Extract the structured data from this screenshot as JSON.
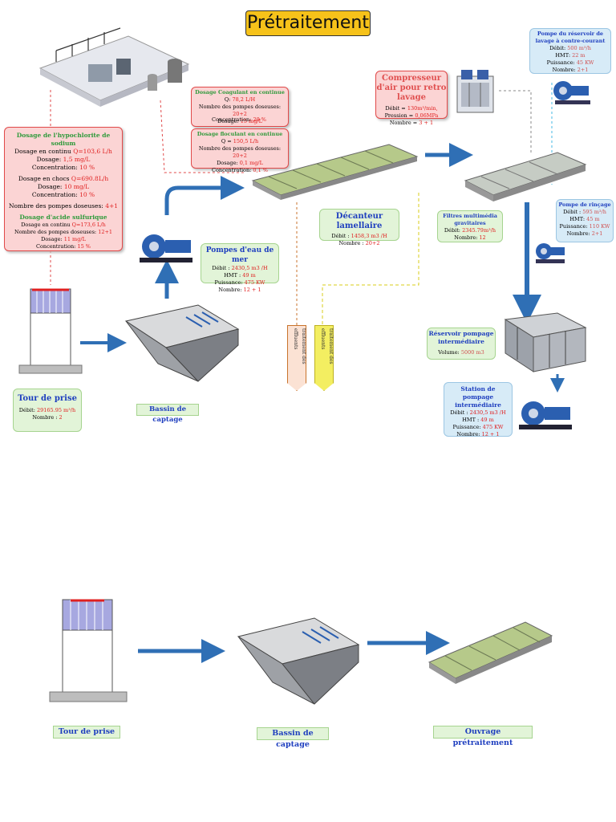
{
  "title": "Prétraitement",
  "hypochlorite": {
    "title": "Dosage de l'hypochlorite de sodium",
    "cont_label": "Dosage en continu ",
    "cont_val": "Q=103,6 L/h",
    "dose_label": "Dosage: ",
    "dose_val": "1,5 mg/L",
    "conc_label": "Concentration: ",
    "conc_val": "10 %",
    "choc_label": "Dosage en chocs ",
    "choc_val": "Q=690.8L/h",
    "dose2_label": "Dosage: ",
    "dose2_val": "10 mg/L",
    "conc2_label": "Concentration: ",
    "conc2_val": "10 %",
    "pumps_label": "Nombre des pompes doseuses: ",
    "pumps_val": "4+1",
    "acid_title": "Dosage d'acide sulfurique",
    "acid_cont_label": "Dosage en continu ",
    "acid_cont_val": "Q=173,6 L/h",
    "acid_pumps_label": "Nombre des pompes doseuses: ",
    "acid_pumps_val": "12+1",
    "acid_dose_label": "Dosage: ",
    "acid_dose_val": "11 mg/L",
    "acid_conc_label": "Concentration: ",
    "acid_conc_val": "15 %"
  },
  "coagulant": {
    "title": "Dosage Coagulant en continue",
    "q_label": "Q: ",
    "q_val": "78,2 L/H",
    "pumps_label": "Nombre des pompes doseuses: ",
    "pumps_val": "20+2",
    "dose_label": "Dosage: ",
    "dose_val": "15 mg/L",
    "conc_label": "Concentration: ",
    "conc_val": "20 %"
  },
  "floculant": {
    "title": "Dosage floculant en continue",
    "q_label": "Q = ",
    "q_val": "150,5 L/h",
    "pumps_label": "Nombre des pompes doseuses: ",
    "pumps_val": "20+2",
    "dose_label": "Dosage: ",
    "dose_val": "0,1 mg/L",
    "conc_label": "Concentration: ",
    "conc_val": "0,1 %"
  },
  "compresseur": {
    "title": "Compresseur d'air pour retro lavage",
    "debit_label": "Débit = ",
    "debit_val": "130m³/min,",
    "pression_label": "Pression = ",
    "pression_val": "0,06MPa",
    "nombre_label": "Nombre = ",
    "nombre_val": "3 + 1"
  },
  "pompe_reservoir": {
    "title": "Pompe du réservoir de lavage à contre-courant",
    "debit_label": "Débit: ",
    "debit_val": "500 m³/h",
    "hmt_label": "HMT: ",
    "hmt_val": "22 m",
    "puissance_label": "Puissance: ",
    "puissance_val": "45 KW",
    "nombre_label": "Nombre: ",
    "nombre_val": "2+1"
  },
  "decanteur": {
    "title": "Décanteur lamellaire",
    "debit_label": "Débit : ",
    "debit_val": "1458,3 m3 /H",
    "nombre_label": "Nombre : ",
    "nombre_val": "20+2"
  },
  "filtres": {
    "title": "Filtres multimédia gravitaires",
    "debit_label": "Débit: ",
    "debit_val": "2345.79m³/h",
    "nombre_label": "Nombre: ",
    "nombre_val": "12"
  },
  "pompe_rincage": {
    "title": "Pompe de rinçage",
    "debit_label": "Débit : ",
    "debit_val": "595 m³/h",
    "hmt_label": "HMT: ",
    "hmt_val": "45 m",
    "puissance_label": "Puissance: ",
    "puissance_val": "110 KW",
    "nombre_label": "Nombre: ",
    "nombre_val": "2+1"
  },
  "pompes_eau": {
    "title": "Pompes d'eau de mer",
    "debit_label": "Débit : ",
    "debit_val": "2430,5 m3 /H",
    "hmt_label": "HMT : ",
    "hmt_val": "49 m",
    "puissance_label": "Puissance: ",
    "puissance_val": "475 KW",
    "nombre_label": "Nombre: ",
    "nombre_val": "12 + 1"
  },
  "reservoir": {
    "title": "Réservoir pompage intermédiaire",
    "volume_label": "Volume: ",
    "volume_val": "5000 m3"
  },
  "station": {
    "title": "Station de pompage intermédiaire",
    "debit_label": "Débit : ",
    "debit_val": "2430,5 m3 /H",
    "hmt_label": "HMT : ",
    "hmt_val": "49 m",
    "puissance_label": "Puissance: ",
    "puissance_val": "475 KW",
    "nombre_label": "Nombre: ",
    "nombre_val": "12 + 1"
  },
  "tour": {
    "title": "Tour de prise",
    "debit_label": "Débit: ",
    "debit_val": "29165.95 m³/h",
    "nombre_label": "Nombre : ",
    "nombre_val": "2"
  },
  "bassin_label": "Bassin de captage",
  "vers_boues": "Vers système de traitement des effluents",
  "vers_effluents": "Vers système de traitement des effluents",
  "bottom": {
    "tour": "Tour de prise",
    "bassin": "Bassin de captage",
    "ouvrage": "Ouvrage prétraitement"
  },
  "colors": {
    "title_bg": "#f6c21a",
    "red": "#e02020",
    "green": "#2f9a3b",
    "blue": "#1f3fbf",
    "arrow": "#2f6fb5"
  }
}
